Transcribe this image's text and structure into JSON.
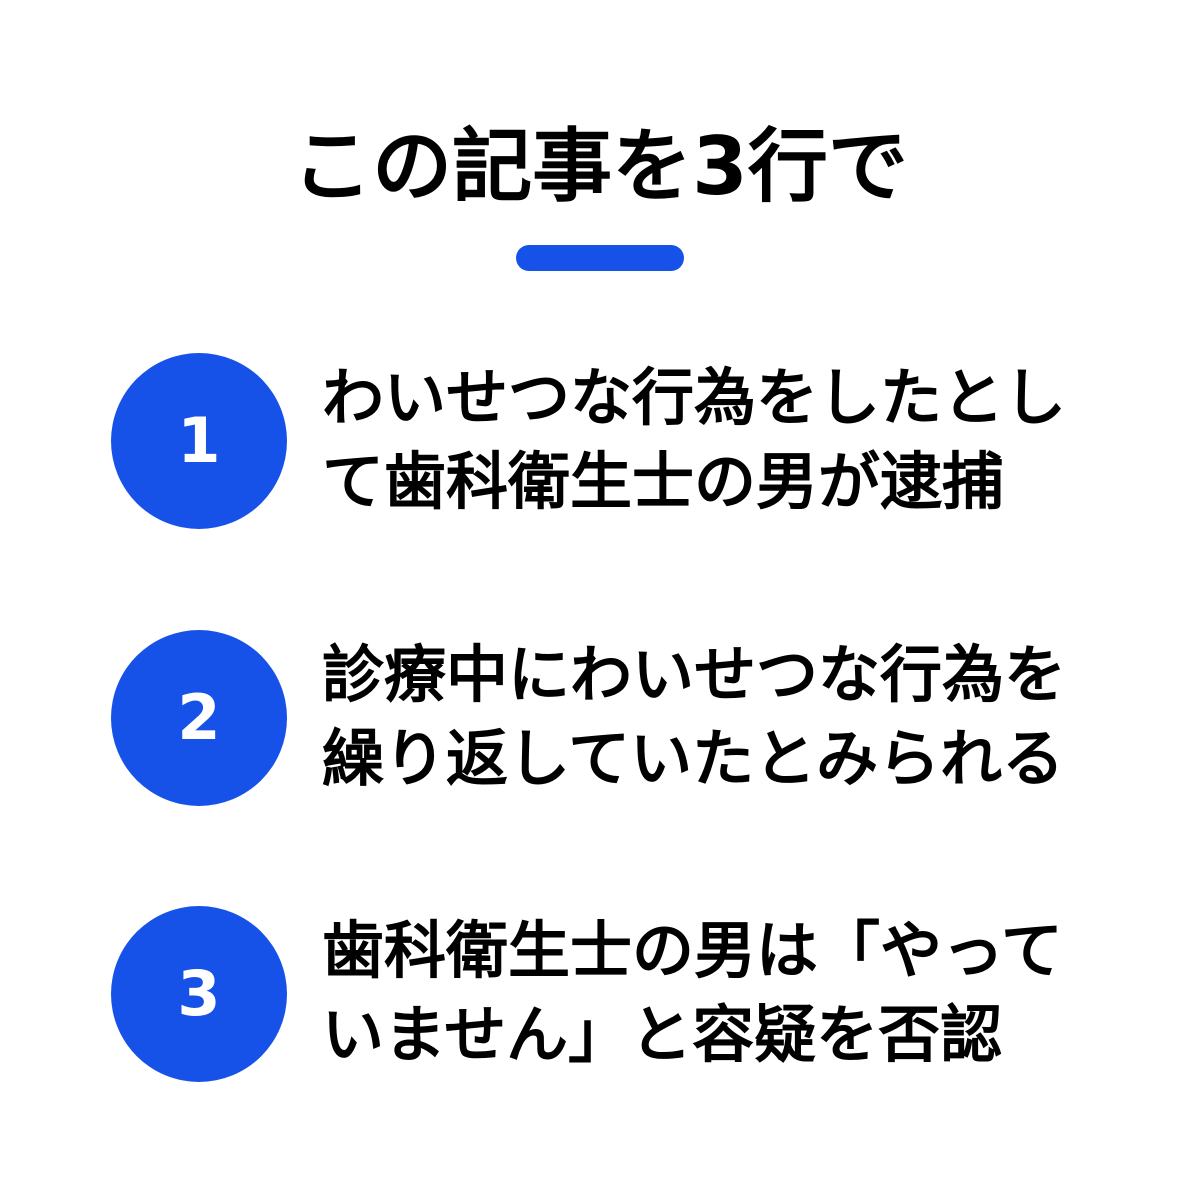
{
  "header": {
    "title": "この記事を3行で",
    "accent_color": "#1652e8"
  },
  "items": [
    {
      "number": "1",
      "lines": [
        "わいせつな行為をしたとし",
        "て歯科衛生士の男が逮捕"
      ]
    },
    {
      "number": "2",
      "lines": [
        "診療中にわいせつな行為を",
        "繰り返していたとみられる"
      ]
    },
    {
      "number": "3",
      "lines": [
        "歯科衛生士の男は「やって",
        "いません」と容疑を否認"
      ]
    }
  ]
}
